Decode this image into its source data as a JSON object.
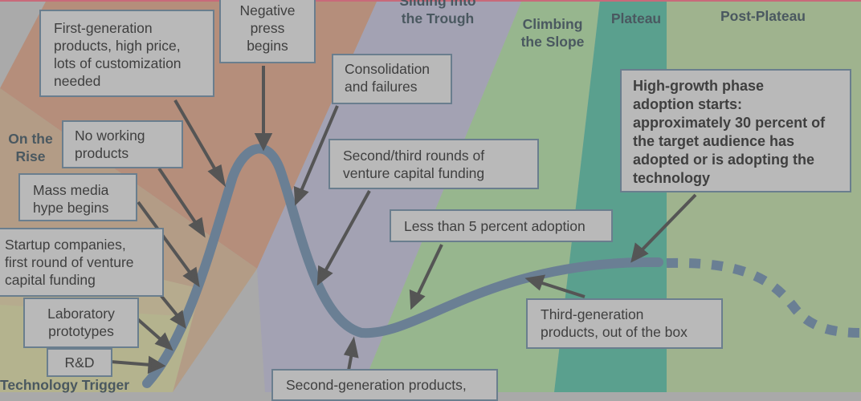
{
  "phases": {
    "on_the_rise": "On the\nRise",
    "sliding": "Sliding into\nthe Trough",
    "climbing": "Climbing\nthe Slope",
    "plateau": "Plateau",
    "post_plateau": "Post-Plateau",
    "trigger": "Technology Trigger"
  },
  "callouts": {
    "first_gen": "First-generation\nproducts, high price,\nlots of customization\nneeded",
    "negative_press": "Negative\npress\nbegins",
    "consolidation": "Consolidation\nand failures",
    "no_working": "No working\nproducts",
    "second_third_rounds": "Second/third rounds of\nventure capital funding",
    "mass_media": "Mass media\nhype begins",
    "less_than_5": "Less than 5 percent adoption",
    "startup": "Startup companies,\nfirst round of venture\ncapital funding",
    "lab_prototypes": "Laboratory\nprototypes",
    "rnd": "R&D",
    "third_gen": "Third-generation\nproducts, out of the box",
    "second_gen": "Second-generation products,",
    "high_growth": "High-growth phase\nadoption starts:\napproximately 30 percent of\nthe target audience has\nadopted or is adopting the\ntechnology"
  },
  "colors": {
    "curve": "#6a7f94",
    "arrow": "#555555",
    "box_fill": "#b9b9b9",
    "box_border": "#6a7e8e",
    "band_rise_top": "#b58e7b",
    "band_rise_mid": "#b39c86",
    "band_rise_low": "#b6ab8e",
    "band_rise_bottom": "#b4b38e",
    "band_trough": "#a3a2b3",
    "band_slope": "#97b68e",
    "band_plateau": "#5aa08e",
    "band_post": "#9fb38e"
  }
}
